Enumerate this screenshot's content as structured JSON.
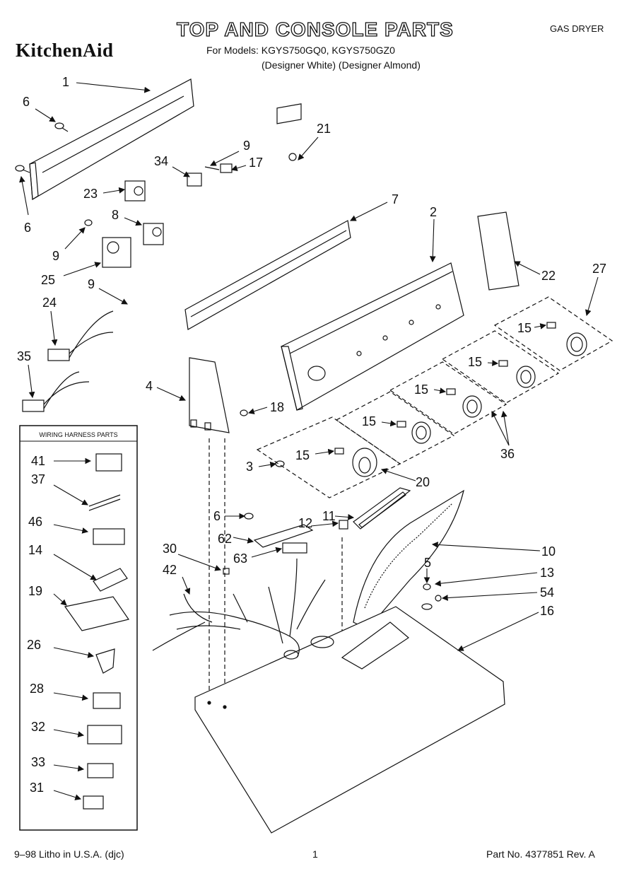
{
  "header": {
    "title": "TOP AND CONSOLE PARTS",
    "brand": "KitchenAid",
    "models": "For Models: KGYS750GQ0, KGYS750GZ0",
    "designer": "(Designer White)  (Designer Almond)",
    "product": "GAS DRYER"
  },
  "wiring_box": {
    "title": "WIRING HARNESS PARTS"
  },
  "callouts": [
    {
      "label": "1"
    },
    {
      "label": "6"
    },
    {
      "label": "6"
    },
    {
      "label": "21"
    },
    {
      "label": "9"
    },
    {
      "label": "34"
    },
    {
      "label": "17"
    },
    {
      "label": "23"
    },
    {
      "label": "7"
    },
    {
      "label": "8"
    },
    {
      "label": "2"
    },
    {
      "label": "9"
    },
    {
      "label": "22"
    },
    {
      "label": "25"
    },
    {
      "label": "27"
    },
    {
      "label": "9"
    },
    {
      "label": "24"
    },
    {
      "label": "15"
    },
    {
      "label": "35"
    },
    {
      "label": "15"
    },
    {
      "label": "4"
    },
    {
      "label": "15"
    },
    {
      "label": "18"
    },
    {
      "label": "15"
    },
    {
      "label": "36"
    },
    {
      "label": "15"
    },
    {
      "label": "3"
    },
    {
      "label": "20"
    },
    {
      "label": "11"
    },
    {
      "label": "6"
    },
    {
      "label": "12"
    },
    {
      "label": "62"
    },
    {
      "label": "10"
    },
    {
      "label": "30"
    },
    {
      "label": "63"
    },
    {
      "label": "5"
    },
    {
      "label": "42"
    },
    {
      "label": "13"
    },
    {
      "label": "54"
    },
    {
      "label": "16"
    },
    {
      "label": "41"
    },
    {
      "label": "37"
    },
    {
      "label": "46"
    },
    {
      "label": "14"
    },
    {
      "label": "19"
    },
    {
      "label": "26"
    },
    {
      "label": "28"
    },
    {
      "label": "32"
    },
    {
      "label": "33"
    },
    {
      "label": "31"
    }
  ],
  "footer": {
    "left": "9–98 Litho in U.S.A. (djc)",
    "page": "1",
    "part_no": "Part No. 4377851 Rev. A"
  }
}
